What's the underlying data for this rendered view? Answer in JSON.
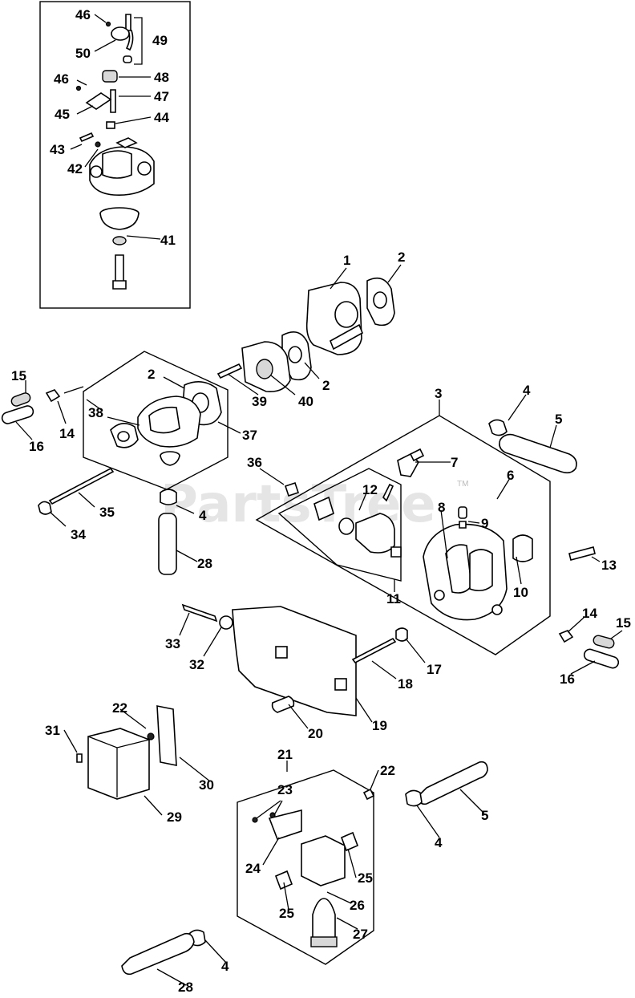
{
  "watermark": "PartsTree",
  "watermark_tm": "TM",
  "callouts": [
    {
      "id": "c46a",
      "label": "46"
    },
    {
      "id": "c49",
      "label": "49"
    },
    {
      "id": "c50",
      "label": "50"
    },
    {
      "id": "c46b",
      "label": "46"
    },
    {
      "id": "c48",
      "label": "48"
    },
    {
      "id": "c47",
      "label": "47"
    },
    {
      "id": "c45",
      "label": "45"
    },
    {
      "id": "c44",
      "label": "44"
    },
    {
      "id": "c43",
      "label": "43"
    },
    {
      "id": "c42",
      "label": "42"
    },
    {
      "id": "c41",
      "label": "41"
    },
    {
      "id": "c1",
      "label": "1"
    },
    {
      "id": "c2a",
      "label": "2"
    },
    {
      "id": "c2b",
      "label": "2"
    },
    {
      "id": "c2c",
      "label": "2"
    },
    {
      "id": "c40",
      "label": "40"
    },
    {
      "id": "c39",
      "label": "39"
    },
    {
      "id": "c37",
      "label": "37"
    },
    {
      "id": "c38",
      "label": "38"
    },
    {
      "id": "c15a",
      "label": "15"
    },
    {
      "id": "c14a",
      "label": "14"
    },
    {
      "id": "c16a",
      "label": "16"
    },
    {
      "id": "c3",
      "label": "3"
    },
    {
      "id": "c4a",
      "label": "4"
    },
    {
      "id": "c5a",
      "label": "5"
    },
    {
      "id": "c7",
      "label": "7"
    },
    {
      "id": "c36",
      "label": "36"
    },
    {
      "id": "c12",
      "label": "12"
    },
    {
      "id": "c6",
      "label": "6"
    },
    {
      "id": "c8",
      "label": "8"
    },
    {
      "id": "c9",
      "label": "9"
    },
    {
      "id": "c35",
      "label": "35"
    },
    {
      "id": "c4b",
      "label": "4"
    },
    {
      "id": "c34",
      "label": "34"
    },
    {
      "id": "c28a",
      "label": "28"
    },
    {
      "id": "c13",
      "label": "13"
    },
    {
      "id": "c10",
      "label": "10"
    },
    {
      "id": "c11",
      "label": "11"
    },
    {
      "id": "c33",
      "label": "33"
    },
    {
      "id": "c32",
      "label": "32"
    },
    {
      "id": "c14b",
      "label": "14"
    },
    {
      "id": "c15b",
      "label": "15"
    },
    {
      "id": "c16b",
      "label": "16"
    },
    {
      "id": "c17",
      "label": "17"
    },
    {
      "id": "c18",
      "label": "18"
    },
    {
      "id": "c19",
      "label": "19"
    },
    {
      "id": "c20",
      "label": "20"
    },
    {
      "id": "c22a",
      "label": "22"
    },
    {
      "id": "c31",
      "label": "31"
    },
    {
      "id": "c30",
      "label": "30"
    },
    {
      "id": "c29",
      "label": "29"
    },
    {
      "id": "c21",
      "label": "21"
    },
    {
      "id": "c22b",
      "label": "22"
    },
    {
      "id": "c23",
      "label": "23"
    },
    {
      "id": "c5b",
      "label": "5"
    },
    {
      "id": "c4c",
      "label": "4"
    },
    {
      "id": "c24",
      "label": "24"
    },
    {
      "id": "c25a",
      "label": "25"
    },
    {
      "id": "c26",
      "label": "26"
    },
    {
      "id": "c25b",
      "label": "25"
    },
    {
      "id": "c27",
      "label": "27"
    },
    {
      "id": "c4d",
      "label": "4"
    },
    {
      "id": "c28b",
      "label": "28"
    }
  ]
}
